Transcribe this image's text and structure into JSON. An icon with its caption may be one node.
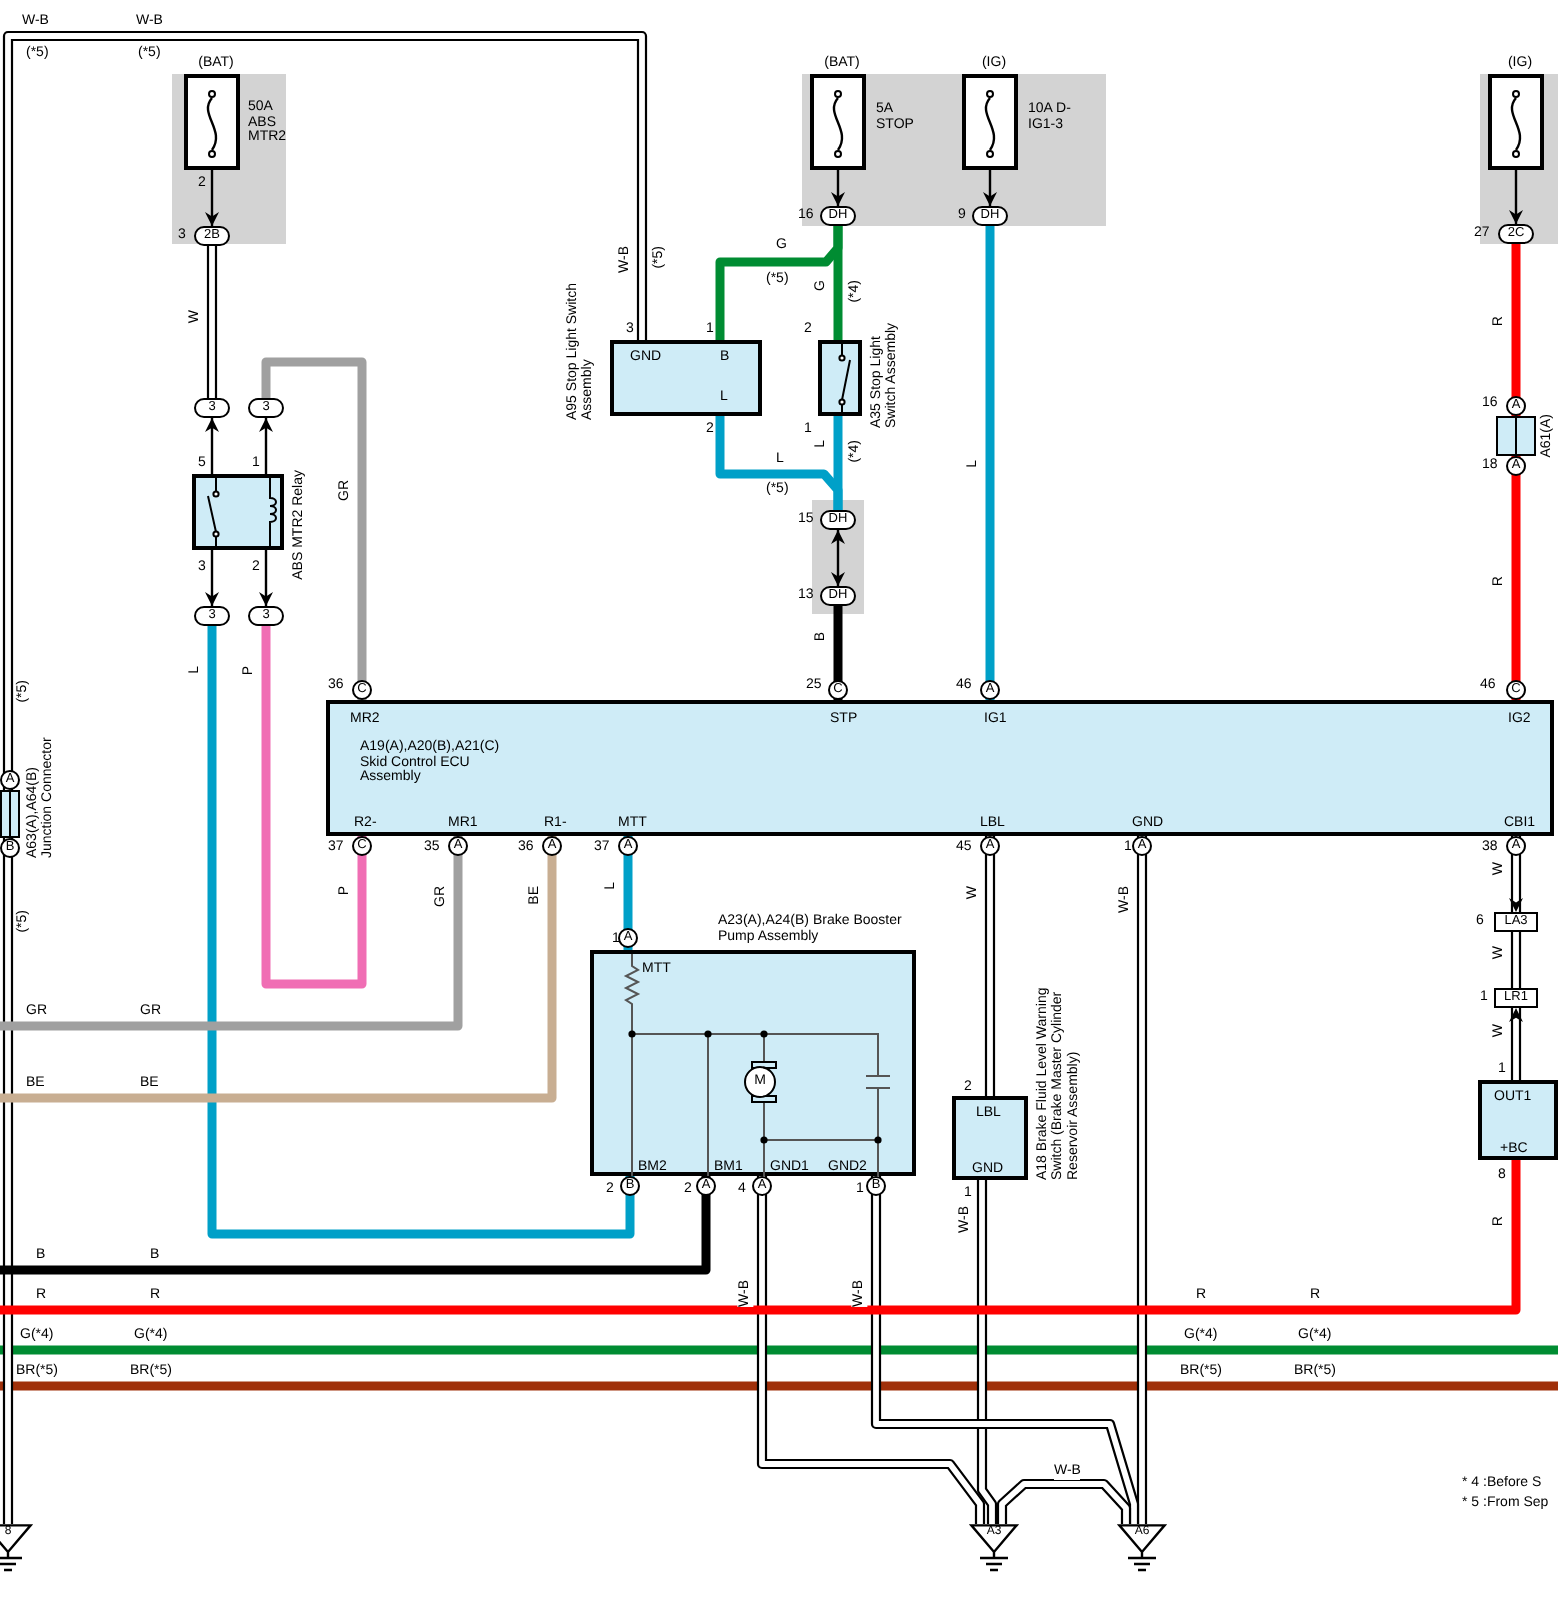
{
  "diagram": {
    "nodes": [
      {
        "text": [
          "(BAT)"
        ],
        "beside": [
          "50A ABS MTR2"
        ]
      },
      {
        "text": [
          "2B"
        ],
        "beside": [
          "3"
        ]
      },
      {
        "text": [
          "3"
        ]
      },
      {
        "text": [
          "3"
        ]
      },
      {
        "text": [],
        "shape": "box",
        "beside": [
          "ABS MTR2 Relay"
        ]
      },
      {
        "text": [
          "3"
        ]
      },
      {
        "text": [
          "3"
        ]
      },
      {
        "text": [
          "(BAT)"
        ],
        "beside": [
          "5A STOP"
        ]
      },
      {
        "text": [
          "(IG)"
        ],
        "beside": [
          "10A D-IG1-3"
        ]
      },
      {
        "text": [
          "(IG)"
        ]
      },
      {
        "text": [
          "DH"
        ],
        "beside": [
          "16"
        ]
      },
      {
        "text": [
          "DH"
        ],
        "beside": [
          "9"
        ]
      },
      {
        "text": [
          "2C"
        ],
        "beside": [
          "27"
        ]
      },
      {
        "text": [
          "GND",
          "B",
          "L"
        ],
        "beside": [
          "A95 Stop Light Switch Assembly"
        ]
      },
      {
        "text": [],
        "shape": "box",
        "beside": [
          "A35 Stop Light Switch Assembly"
        ]
      },
      {
        "text": [
          "DH"
        ],
        "beside": [
          "15"
        ]
      },
      {
        "text": [
          "DH"
        ],
        "beside": [
          "13"
        ]
      },
      {
        "text": [],
        "shape": "box",
        "beside": [
          "A61(A)"
        ]
      },
      {
        "text": [],
        "shape": "box",
        "beside": [
          "A63(A),A64(B) Junction Connector"
        ]
      },
      {
        "text": [
          "MR2",
          "A19(A),A20(B),A21(C) Skid Control ECU Assembly",
          "STP",
          "IG1",
          "IG2",
          "R2-",
          "MR1",
          "R1-",
          "MTT",
          "LBL",
          "GND",
          "CBI1"
        ]
      },
      {
        "text": [
          "A23(A),A24(B) Brake Booster Pump Assembly",
          "MTT",
          "BM2",
          "BM1",
          "GND1",
          "GND2"
        ]
      },
      {
        "text": [
          "LBL",
          "GND"
        ],
        "beside": [
          "A18 Brake Fluid Level Warning Switch (Brake Master Cylinder Reservoir Assembly)"
        ]
      },
      {
        "text": [
          "LA3"
        ],
        "beside": [
          "6"
        ]
      },
      {
        "text": [
          "LR1"
        ],
        "beside": [
          "1"
        ]
      },
      {
        "text": [
          "OUT1",
          "+BC"
        ]
      },
      {
        "text": [
          "8"
        ]
      },
      {
        "text": [
          "A3"
        ]
      },
      {
        "text": [
          "A6"
        ]
      }
    ],
    "edges": [
      {
        "from": 0,
        "to": 1,
        "arrow": "to",
        "color": "#000000"
      },
      {
        "from": 1,
        "to": 2,
        "arrow": "none",
        "label": "W",
        "color": "#ffffff"
      },
      {
        "from": 4,
        "to": 2,
        "arrow": "to",
        "color": "#000000"
      },
      {
        "from": 4,
        "to": 3,
        "arrow": "to",
        "color": "#000000"
      },
      {
        "from": 4,
        "to": 5,
        "arrow": "to",
        "color": "#000000"
      },
      {
        "from": 4,
        "to": 6,
        "arrow": "to",
        "color": "#000000"
      },
      {
        "from": 3,
        "to": 19,
        "arrow": "none",
        "label": "GR",
        "color": "#a0a0a0"
      },
      {
        "from": 5,
        "to": 20,
        "arrow": "none",
        "label": "L",
        "color": "#00a0c8"
      },
      {
        "from": 6,
        "to": 19,
        "arrow": "none",
        "label": "P",
        "color": "#f06eb4"
      },
      {
        "from": 7,
        "to": 10,
        "arrow": "to",
        "color": "#000000"
      },
      {
        "from": 8,
        "to": 11,
        "arrow": "to",
        "color": "#000000"
      },
      {
        "from": 10,
        "to": 13,
        "arrow": "none",
        "label": "G",
        "color": "#008c32"
      },
      {
        "from": 10,
        "to": 14,
        "arrow": "none",
        "label": "G",
        "color": "#008c32"
      },
      {
        "from": 13,
        "to": 15,
        "arrow": "none",
        "label": "L",
        "color": "#00a0c8"
      },
      {
        "from": 14,
        "to": 15,
        "arrow": "none",
        "label": "L",
        "color": "#00a0c8"
      },
      {
        "from": 15,
        "to": 16,
        "arrow": "both",
        "color": "#000000"
      },
      {
        "from": 16,
        "to": 19,
        "arrow": "none",
        "label": "B",
        "color": "#000000"
      },
      {
        "from": 11,
        "to": 19,
        "arrow": "none",
        "label": "L",
        "color": "#00a0c8"
      },
      {
        "from": 13,
        "to": 18,
        "arrow": "none",
        "label": "W-B",
        "color": "#ffffff"
      },
      {
        "from": 9,
        "to": 12,
        "arrow": "to",
        "color": "#000000"
      },
      {
        "from": 12,
        "to": 17,
        "arrow": "none",
        "label": "R",
        "color": "#ff0000"
      },
      {
        "from": 17,
        "to": 19,
        "arrow": "none",
        "label": "R",
        "color": "#ff0000"
      },
      {
        "from": 18,
        "to": 25,
        "arrow": "none",
        "color": "#ffffff"
      },
      {
        "from": 19,
        "to": null,
        "arrow": "none",
        "label": "GR",
        "color": "#a0a0a0"
      },
      {
        "from": 19,
        "to": null,
        "arrow": "none",
        "label": "BE",
        "color": "#c8ae92"
      },
      {
        "from": 19,
        "to": 20,
        "arrow": "none",
        "label": "L",
        "color": "#00a0c8"
      },
      {
        "from": 20,
        "to": null,
        "arrow": "none",
        "label": "B",
        "color": "#000000"
      },
      {
        "from": 19,
        "to": 21,
        "arrow": "none",
        "label": "W",
        "color": "#ffffff"
      },
      {
        "from": 21,
        "to": 26,
        "arrow": "none",
        "label": "W-B",
        "color": "#ffffff"
      },
      {
        "from": 19,
        "to": 27,
        "arrow": "none",
        "label": "W-B",
        "color": "#ffffff"
      },
      {
        "from": 20,
        "to": 26,
        "arrow": "none",
        "label": "W-B",
        "color": "#ffffff"
      },
      {
        "from": 20,
        "to": 27,
        "arrow": "none",
        "label": "W-B",
        "color": "#ffffff"
      },
      {
        "from": 26,
        "to": 27,
        "arrow": "none",
        "label": "W-B",
        "color": "#ffffff"
      },
      {
        "from": 19,
        "to": 22,
        "arrow": "to",
        "label": "W",
        "color": "#ffffff"
      },
      {
        "from": 22,
        "to": 23,
        "arrow": "none",
        "label": "W",
        "color": "#ffffff"
      },
      {
        "from": 24,
        "to": 23,
        "arrow": "to",
        "label": "W",
        "color": "#ffffff"
      },
      {
        "from": 24,
        "to": null,
        "arrow": "none",
        "label": "R",
        "color": "#ff0000"
      }
    ],
    "labels": [
      "W-B",
      "W-B",
      "(*5)",
      "(*5)",
      "2",
      "5",
      "1",
      "3",
      "2",
      "(*5)",
      "3",
      "1",
      "2",
      "(*5)",
      "(*4)",
      "2",
      "1",
      "(*5)",
      "(*4)",
      "(*5)",
      "36",
      "C",
      "25",
      "C",
      "46",
      "A",
      "46",
      "C",
      "16",
      "A",
      "18",
      "A",
      "A",
      "B",
      "37",
      "C",
      "35",
      "A",
      "36",
      "A",
      "37",
      "A",
      "45",
      "A",
      "1",
      "A",
      "38",
      "A",
      "P",
      "(*5)",
      "1",
      "A",
      "M",
      "GR",
      "GR",
      "BE",
      "BE",
      "2",
      "1",
      "2",
      "B",
      "2",
      "A",
      "4",
      "A",
      "1",
      "B",
      "1",
      "8",
      "B",
      "R",
      "R",
      "R",
      "R",
      "G(*4)",
      "G(*4)",
      "G(*4)",
      "G(*4)",
      "BR(*5)",
      "BR(*5)",
      "BR(*5)",
      "BR(*5)",
      "* 4 :Before S",
      "* 5 :From Sep"
    ]
  }
}
